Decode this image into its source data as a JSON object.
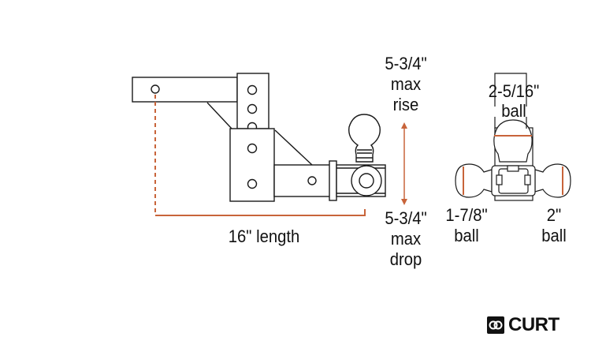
{
  "labels": {
    "length": "16\" length",
    "rise_value": "5-3/4\"",
    "rise_line1": "max",
    "rise_line2": "rise",
    "drop_value": "5-3/4\"",
    "drop_line1": "max",
    "drop_line2": "drop",
    "top_ball_size": "2-5/16\"",
    "top_ball_word": "ball",
    "left_ball_size": "1-7/8\"",
    "left_ball_word": "ball",
    "right_ball_size": "2\"",
    "right_ball_word": "ball"
  },
  "brand": {
    "name": "CURT"
  },
  "colors": {
    "accent": "#c8643a",
    "line": "#1a1a1a",
    "background": "#ffffff"
  }
}
